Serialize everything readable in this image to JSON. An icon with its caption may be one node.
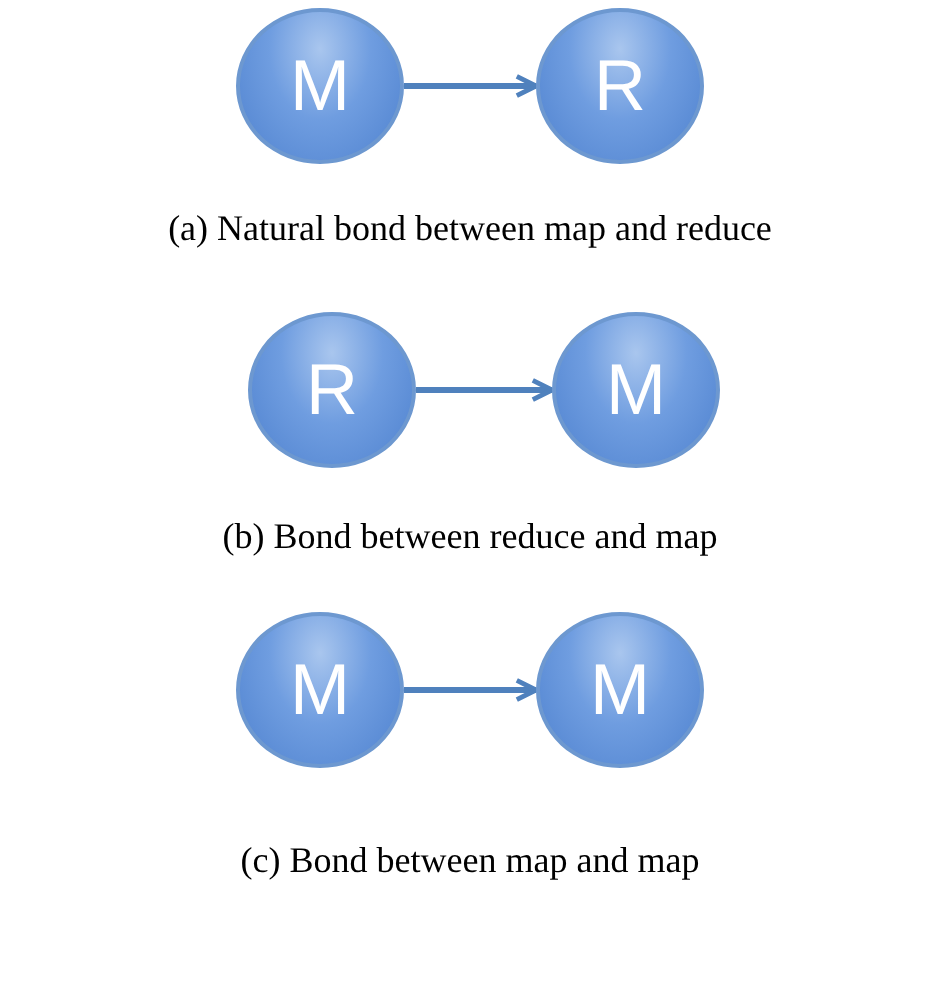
{
  "diagram": {
    "nodes": [
      {
        "text": [
          "M"
        ]
      },
      {
        "text": [
          "R"
        ]
      },
      {
        "text": [
          "R"
        ]
      },
      {
        "text": [
          "M"
        ]
      },
      {
        "text": [
          "M"
        ]
      },
      {
        "text": [
          "M"
        ]
      }
    ],
    "edges": [
      {
        "from": 0,
        "to": 1,
        "arrow": "to"
      },
      {
        "from": 2,
        "to": 3,
        "arrow": "to"
      },
      {
        "from": 4,
        "to": 5,
        "arrow": "to"
      }
    ],
    "labels": [
      "(a) Natural bond between map and reduce",
      "(b) Bond between reduce and map",
      "(c) Bond between map and map"
    ]
  }
}
